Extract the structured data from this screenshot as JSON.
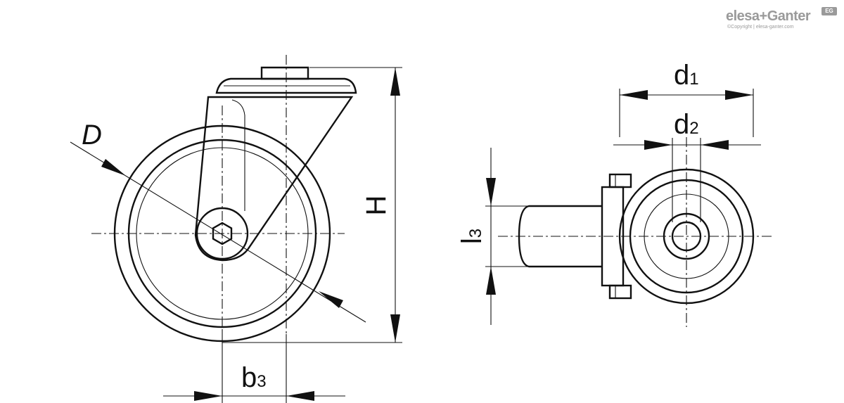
{
  "brand": {
    "name": "elesa+Ganter",
    "copyright": "©Copyright | elesa-ganter.com",
    "badge": "EG"
  },
  "dimensions": {
    "D": "D",
    "H": "H",
    "b": "b",
    "b_sub": "3",
    "d1": "d",
    "d1_sub": "1",
    "d2": "d",
    "d2_sub": "2",
    "l3": "l",
    "l3_sub": "3"
  },
  "colors": {
    "line": "#111111",
    "logo": "#9a9a9a"
  }
}
